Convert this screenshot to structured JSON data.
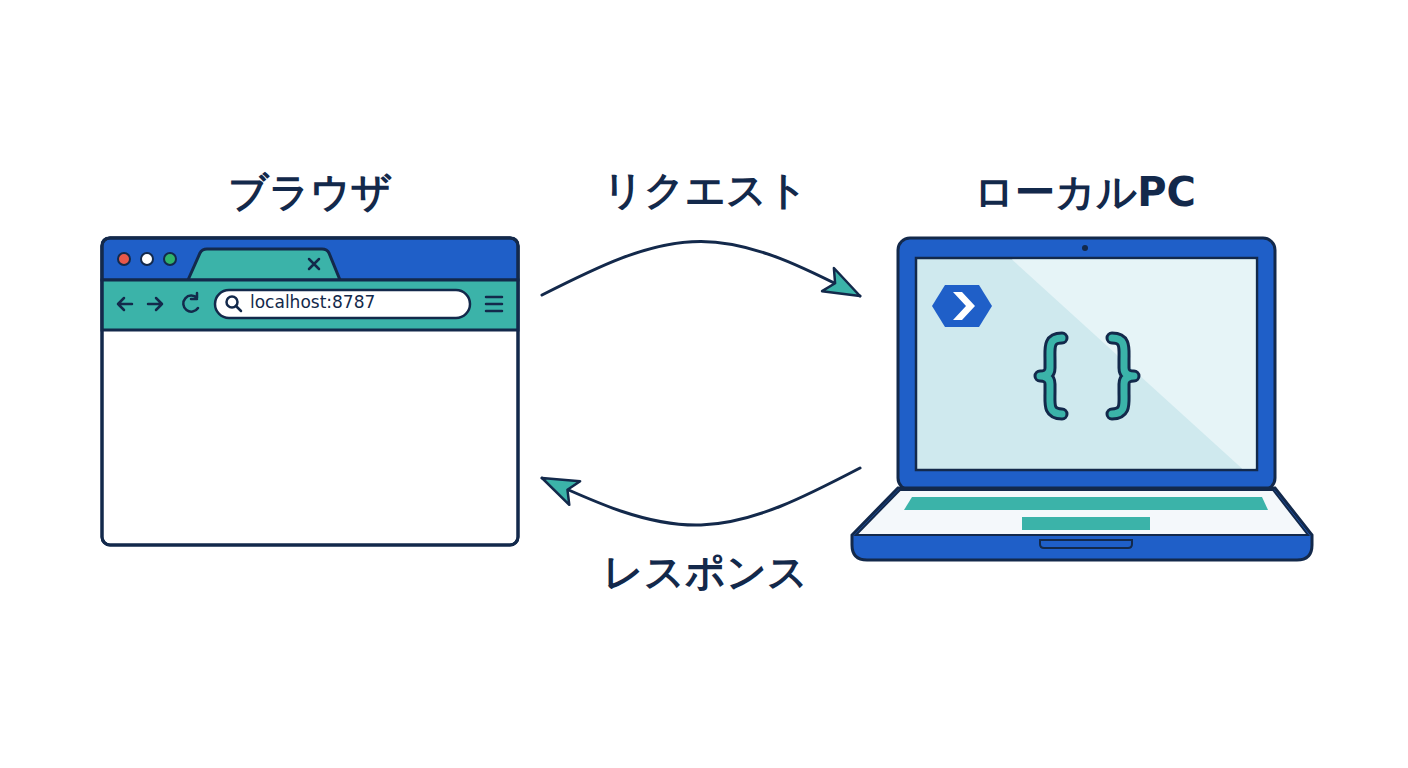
{
  "diagram": {
    "nodes": [
      {
        "text": [
          "ブラウザ",
          "localhost:8787"
        ]
      },
      {
        "text": [
          "ローカルPC"
        ]
      }
    ],
    "edges": [
      {
        "from": 0,
        "to": 1,
        "arrow": "to",
        "label": "リクエスト"
      },
      {
        "from": 1,
        "to": 0,
        "arrow": "to",
        "label": "レスポンス"
      }
    ]
  }
}
